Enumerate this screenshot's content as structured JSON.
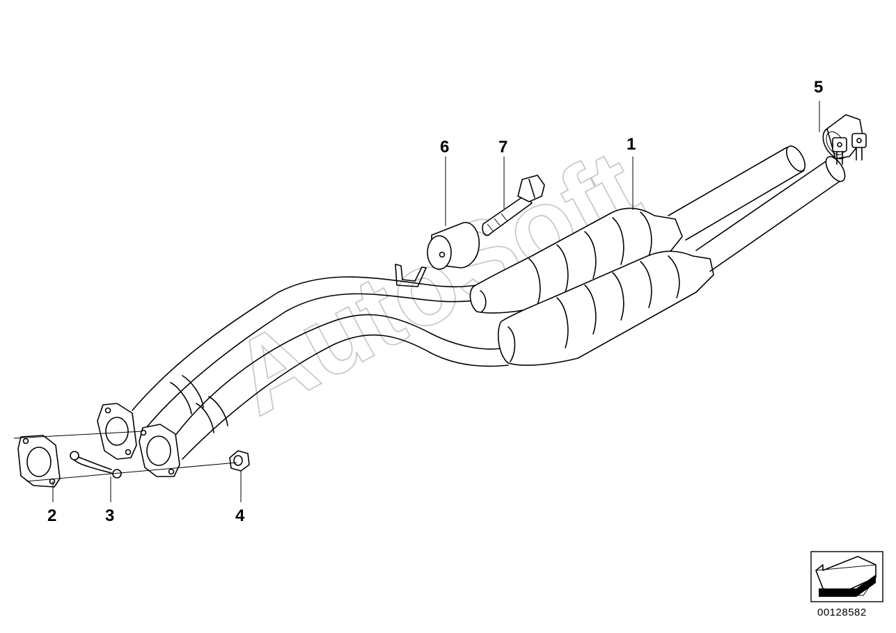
{
  "callouts": {
    "c1": "1",
    "c2": "2",
    "c3": "3",
    "c4": "4",
    "c5": "5",
    "c6": "6",
    "c7": "7"
  },
  "watermark": "AutoSoft",
  "document_number": "00128582",
  "icons": {
    "orientation": "direction-arrow-icon"
  }
}
